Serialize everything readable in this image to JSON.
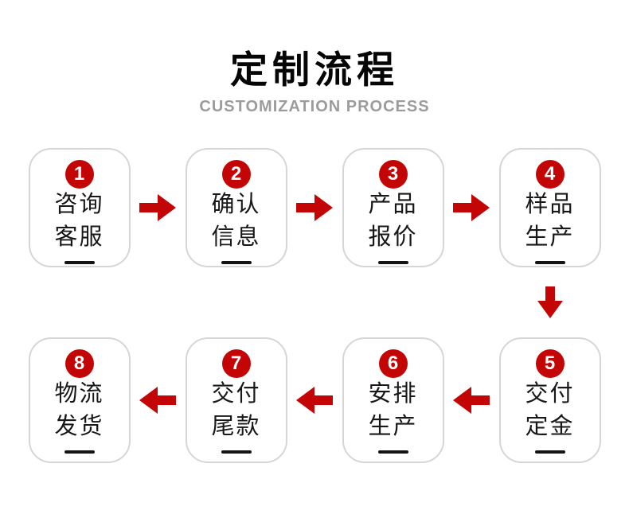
{
  "header": {
    "title": "定制流程",
    "subtitle": "CUSTOMIZATION PROCESS"
  },
  "colors": {
    "accent_red": "#c30505",
    "card_border_gray": "#d6d6d6",
    "subtitle_gray": "#9c9c9c",
    "text_black": "#181818"
  },
  "steps": [
    {
      "num": "1",
      "line1": "咨询",
      "line2": "客服"
    },
    {
      "num": "2",
      "line1": "确认",
      "line2": "信息"
    },
    {
      "num": "3",
      "line1": "产品",
      "line2": "报价"
    },
    {
      "num": "4",
      "line1": "样品",
      "line2": "生产"
    },
    {
      "num": "5",
      "line1": "交付",
      "line2": "定金"
    },
    {
      "num": "6",
      "line1": "安排",
      "line2": "生产"
    },
    {
      "num": "7",
      "line1": "交付",
      "line2": "尾款"
    },
    {
      "num": "8",
      "line1": "物流",
      "line2": "发货"
    }
  ]
}
